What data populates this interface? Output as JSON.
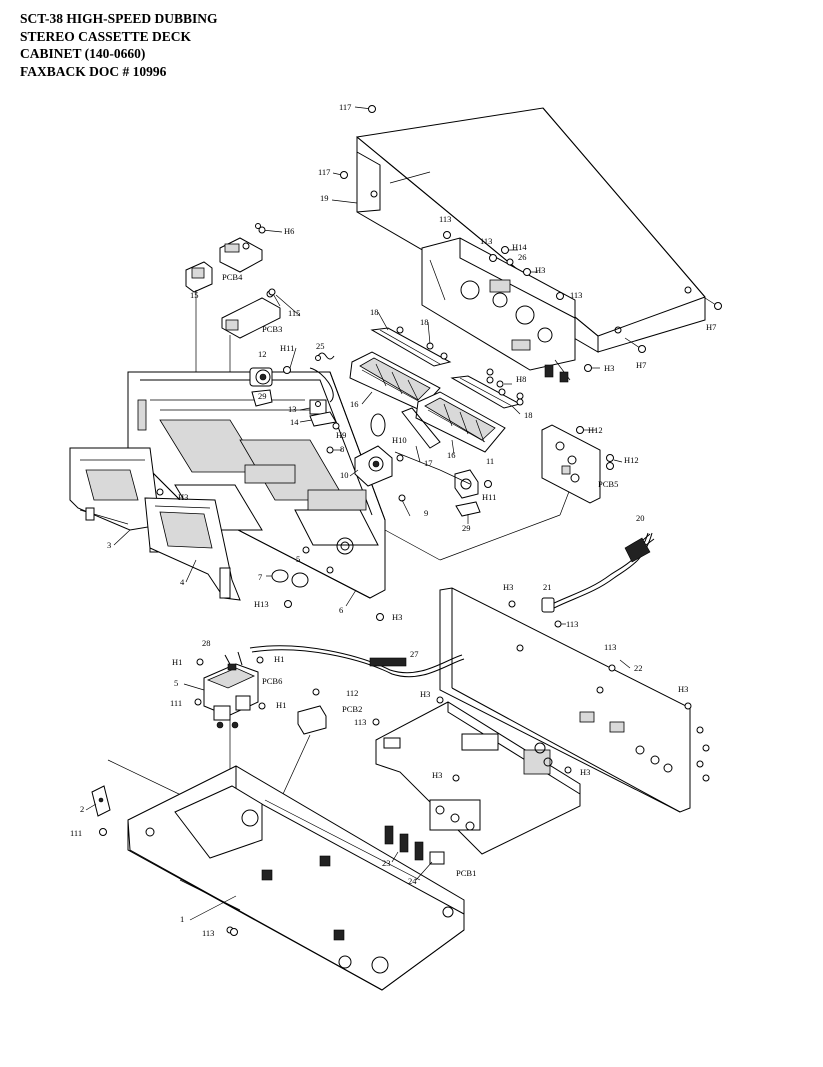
{
  "header": {
    "line1": "SCT-38 HIGH-SPEED DUBBING",
    "line2": "STEREO CASSETTE DECK",
    "line3": "CABINET  (140-0660)",
    "line4": "FAXBACK DOC # 10996"
  },
  "callouts": {
    "c117a": "117",
    "c117b": "117",
    "c19": "19",
    "h6": "H6",
    "pcb4": "PCB4",
    "c15": "15",
    "c115": "115",
    "pcb3": "PCB3",
    "c113a": "113",
    "c113b": "113",
    "h14": "H14",
    "c26": "26",
    "h3a": "H3",
    "c113c": "113",
    "h7a": "H7",
    "c18a": "18",
    "c18b": "18",
    "c12": "12",
    "h11a": "H11",
    "c25": "25",
    "h7b": "H7",
    "h3b": "H3",
    "c29a": "29",
    "c16a": "16",
    "h8": "H8",
    "c18c": "18",
    "c13": "13",
    "c14": "14",
    "h9": "H9",
    "h10": "H10",
    "h12a": "H12",
    "c8": "8",
    "c16b": "16",
    "c17": "17",
    "h12b": "H12",
    "c11": "11",
    "c10": "10",
    "pcb5": "PCB5",
    "h11b": "H11",
    "h3c": "H3",
    "c9": "9",
    "c29b": "29",
    "c20": "20",
    "c3": "3",
    "c4": "4",
    "c7": "7",
    "c5": "5",
    "c6": "6",
    "h13a": "H13",
    "c21": "21",
    "h3d": "H3",
    "h3e": "H3",
    "c113d": "113",
    "c28": "28",
    "c113e": "113",
    "h1a": "H1",
    "h1b": "H1",
    "c27": "27",
    "c22": "22",
    "pcb6": "PCB6",
    "c5b": "5",
    "c112": "112",
    "h3f": "H3",
    "h3g": "H3",
    "c111a": "111",
    "h1c": "H1",
    "pcb2": "PCB2",
    "c113f": "113",
    "h3h": "H3",
    "c2": "2",
    "c111b": "111",
    "h3i": "H3",
    "c23": "23",
    "c24": "24",
    "pcb1": "PCB1",
    "c1": "1",
    "c113g": "113"
  }
}
